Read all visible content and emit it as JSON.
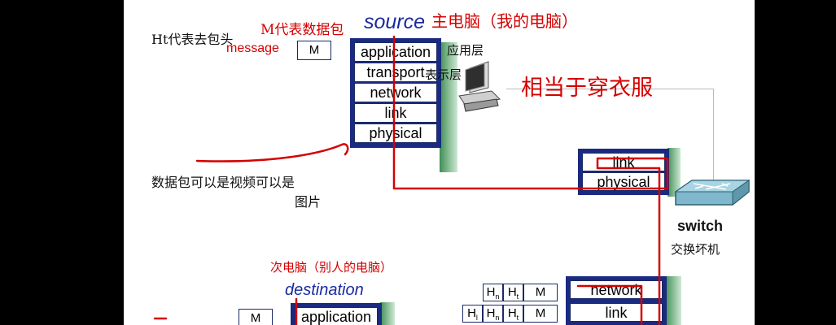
{
  "annotations": {
    "ht_note": "Ht代表去包头",
    "message": "message",
    "m_note": "M代表数据包",
    "host_note": "主电脑（我的电脑）",
    "app_layer_note": "应用层",
    "transport_note": "表示层",
    "clothes_note": "相当于穿衣服",
    "packet_note_line1": "数据包可以是视频可以是",
    "packet_note_line2": "图片",
    "switch_note": "交换坏机",
    "dest_note": "次电脑（别人的电脑）"
  },
  "source": {
    "title": "source",
    "message_box": "M",
    "layers": [
      "application",
      "transport",
      "network",
      "link",
      "physical"
    ]
  },
  "switch_node": {
    "label": "switch",
    "layers": [
      "link",
      "physical"
    ]
  },
  "destination": {
    "title": "destination",
    "message_box": "M",
    "layers": [
      "application"
    ]
  },
  "router_node": {
    "layers": [
      "network",
      "link"
    ],
    "network_headers": [
      "H",
      "H",
      "M"
    ],
    "network_header_subs": [
      "n",
      "t",
      ""
    ],
    "link_headers": [
      "H",
      "H",
      "H",
      "M"
    ],
    "link_header_subs": [
      "l",
      "n",
      "t",
      ""
    ]
  },
  "colors": {
    "layer_border": "#1a2a80",
    "path_red": "#d40000",
    "title_blue": "#1a2aa0",
    "green_shadow": "#4a9a5a"
  }
}
